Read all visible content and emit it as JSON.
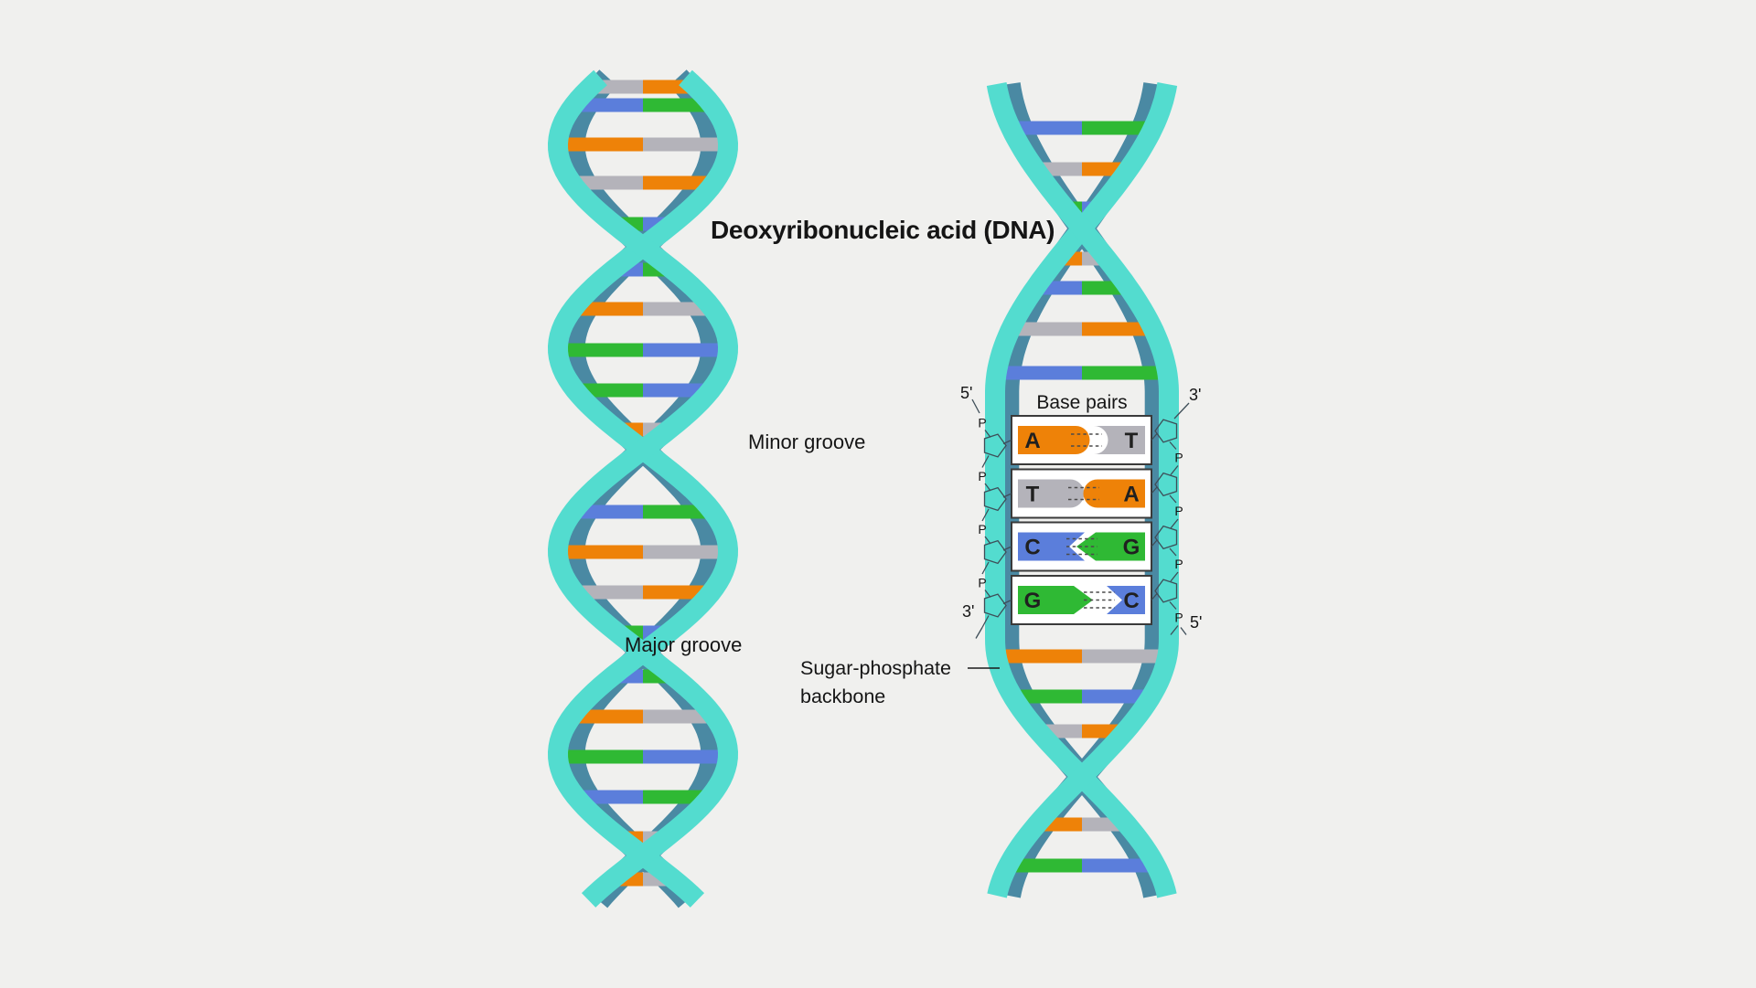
{
  "title": "Deoxyribonucleic acid (DNA)",
  "labels": {
    "minor_groove": "Minor groove",
    "major_groove": "Major groove",
    "base_pairs": "Base pairs",
    "backbone_line1": "Sugar-phosphate",
    "backbone_line2": "backbone",
    "five_prime": "5'",
    "three_prime": "3'",
    "phosphate": "P"
  },
  "colors": {
    "background": "#F0F0EE",
    "strand_teal": "#53DCCF",
    "strand_dark": "#4A89A3",
    "orange": "#EE8208",
    "gray": "#B4B3BA",
    "green": "#2FB934",
    "blue": "#5B7EDB",
    "ink": "#151515",
    "box_border": "#3A3A3A",
    "box_fill": "#FFFFFF",
    "bond_line": "#4A4A4A",
    "chain_line": "#3E4E58"
  },
  "base_pair_rows": [
    {
      "left_letter": "A",
      "right_letter": "T",
      "left_color": "orange",
      "right_color": "gray",
      "joint": "round",
      "dir": "lr",
      "bonds": 2
    },
    {
      "left_letter": "T",
      "right_letter": "A",
      "left_color": "gray",
      "right_color": "orange",
      "joint": "round",
      "dir": "rl",
      "bonds": 2
    },
    {
      "left_letter": "C",
      "right_letter": "G",
      "left_color": "blue",
      "right_color": "green",
      "joint": "arrow",
      "dir": "rl",
      "bonds": 3
    },
    {
      "left_letter": "G",
      "right_letter": "C",
      "left_color": "green",
      "right_color": "blue",
      "joint": "arrow",
      "dir": "lr",
      "bonds": 3
    }
  ],
  "left_helix_rungs": [
    [
      95,
      "gray",
      "orange"
    ],
    [
      115,
      "blue",
      "green"
    ],
    [
      158,
      "orange",
      "gray"
    ],
    [
      200,
      "gray",
      "orange"
    ],
    [
      245,
      "green",
      "blue"
    ],
    [
      295,
      "blue",
      "green"
    ],
    [
      338,
      "orange",
      "gray"
    ],
    [
      383,
      "green",
      "blue"
    ],
    [
      427,
      "green",
      "blue"
    ],
    [
      470,
      "orange",
      "gray"
    ],
    [
      560,
      "blue",
      "green"
    ],
    [
      604,
      "orange",
      "gray"
    ],
    [
      648,
      "gray",
      "orange"
    ],
    [
      692,
      "green",
      "blue"
    ],
    [
      740,
      "blue",
      "green"
    ],
    [
      784,
      "orange",
      "gray"
    ],
    [
      828,
      "green",
      "blue"
    ],
    [
      872,
      "blue",
      "green"
    ],
    [
      917,
      "orange",
      "gray"
    ],
    [
      962,
      "orange",
      "gray"
    ]
  ],
  "right_helix_rungs": [
    [
      140,
      "blue",
      "green"
    ],
    [
      185,
      "gray",
      "orange"
    ],
    [
      228,
      "green",
      "blue"
    ],
    [
      283,
      "orange",
      "gray"
    ],
    [
      315,
      "blue",
      "green"
    ],
    [
      360,
      "gray",
      "orange"
    ],
    [
      408,
      "blue",
      "green"
    ],
    [
      718,
      "orange",
      "gray"
    ],
    [
      762,
      "green",
      "blue"
    ],
    [
      800,
      "gray",
      "orange"
    ],
    [
      902,
      "orange",
      "gray"
    ],
    [
      947,
      "green",
      "blue"
    ]
  ]
}
